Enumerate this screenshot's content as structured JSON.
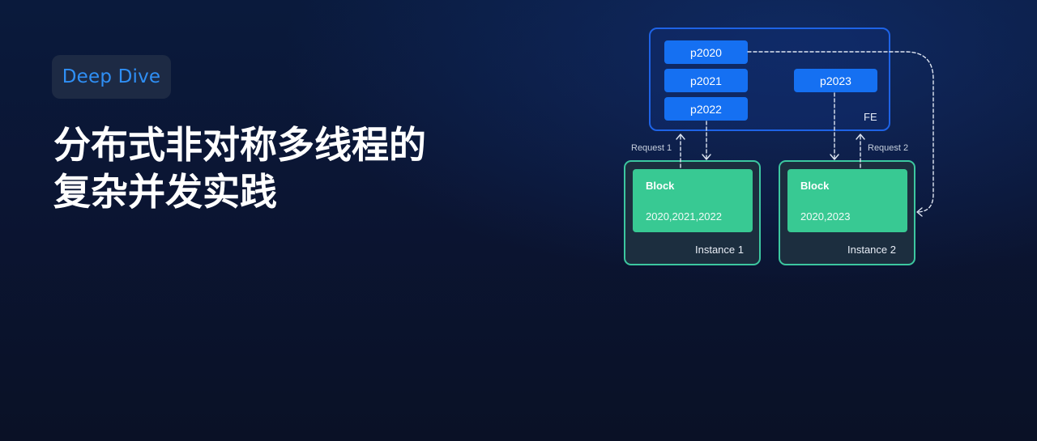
{
  "tag": "Deep Dive",
  "title": {
    "line1": "分布式非对称多线程的",
    "line2": "复杂并发实践"
  },
  "diagram": {
    "fe": {
      "label": "FE",
      "partitions": [
        "p2020",
        "p2021",
        "p2022",
        "p2023"
      ]
    },
    "requests": [
      "Request 1",
      "Request 2"
    ],
    "instances": [
      {
        "label": "Instance 1",
        "block_title": "Block",
        "block_value": "2020,2021,2022"
      },
      {
        "label": "Instance 2",
        "block_title": "Block",
        "block_value": "2020,2023"
      }
    ]
  },
  "colors": {
    "accent_blue": "#1570f2",
    "fe_border": "#1e63e6",
    "instance_border": "#3cc7a0",
    "block_fill": "#38c993",
    "tag_text": "#2f8ff5"
  }
}
